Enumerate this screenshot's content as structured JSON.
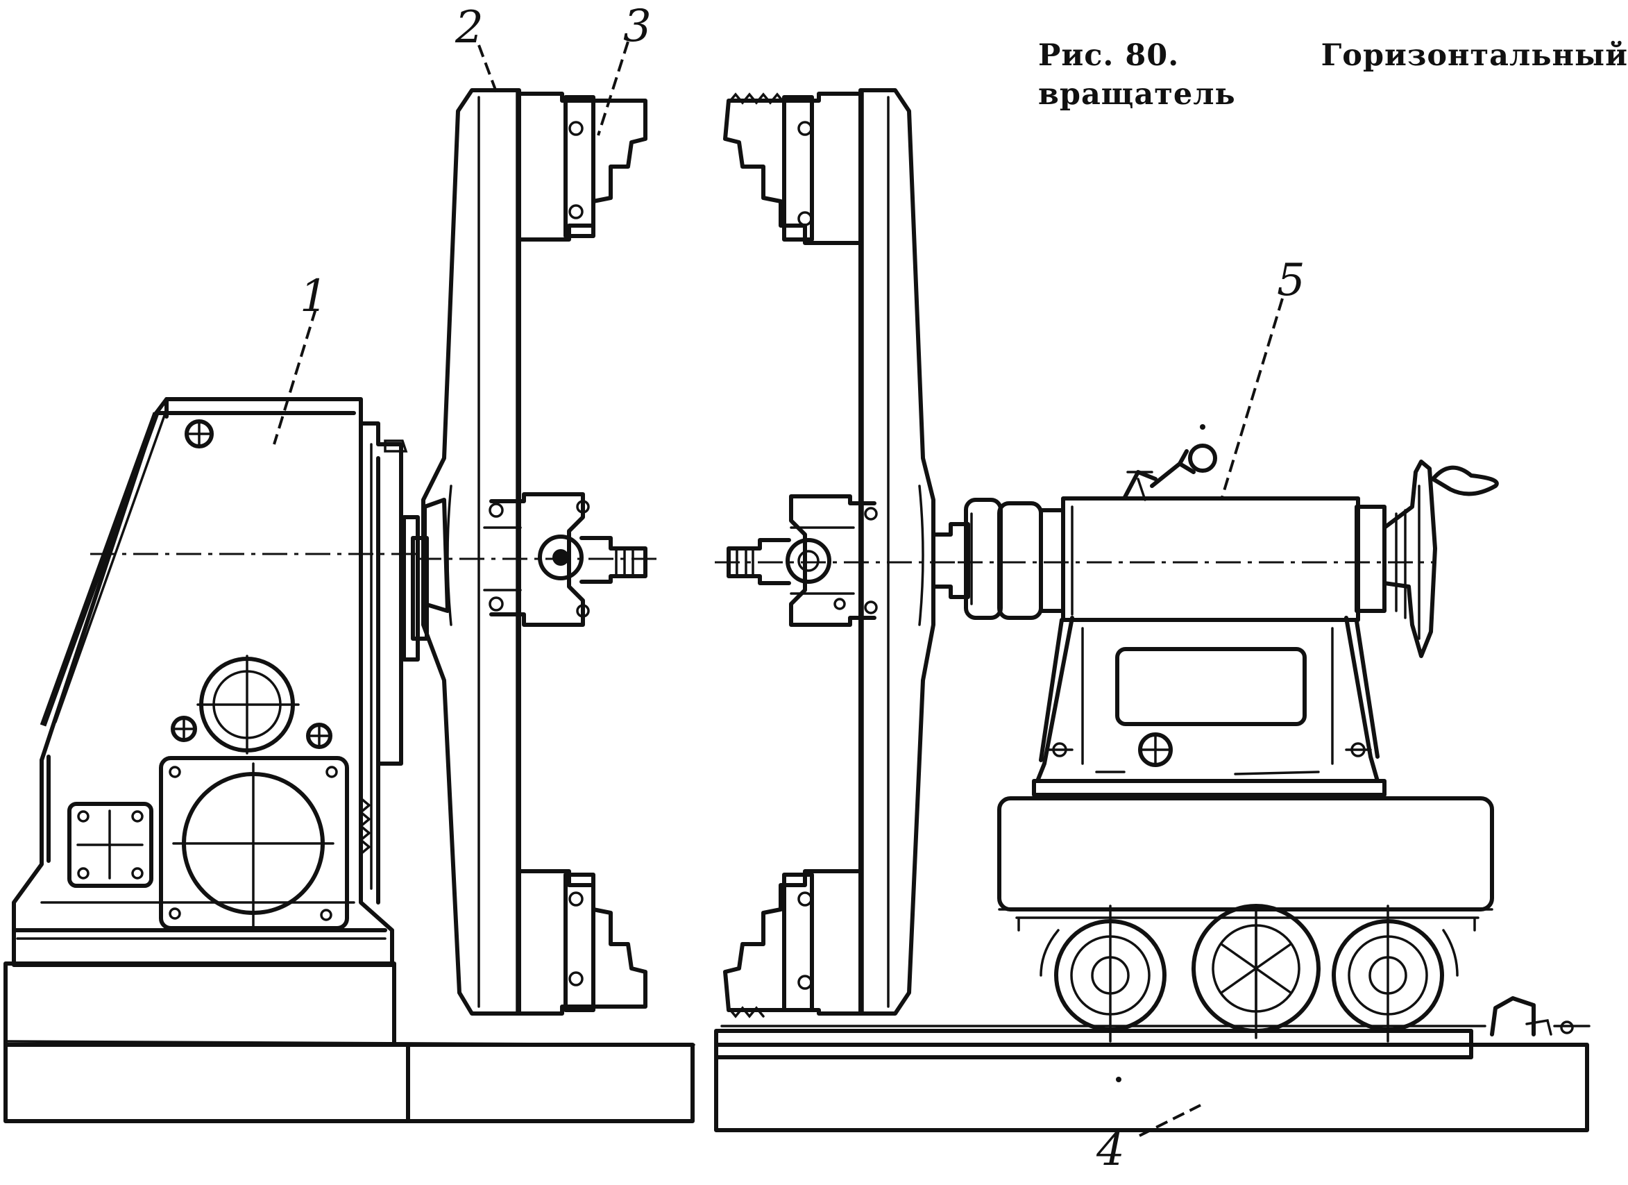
{
  "caption": {
    "figure_ref": "Рис. 80.",
    "title_line1": "Горизонтальный",
    "title_line2": "вращатель"
  },
  "callouts": {
    "c1": "1",
    "c2": "2",
    "c3": "3",
    "c4": "4",
    "c5": "5"
  }
}
